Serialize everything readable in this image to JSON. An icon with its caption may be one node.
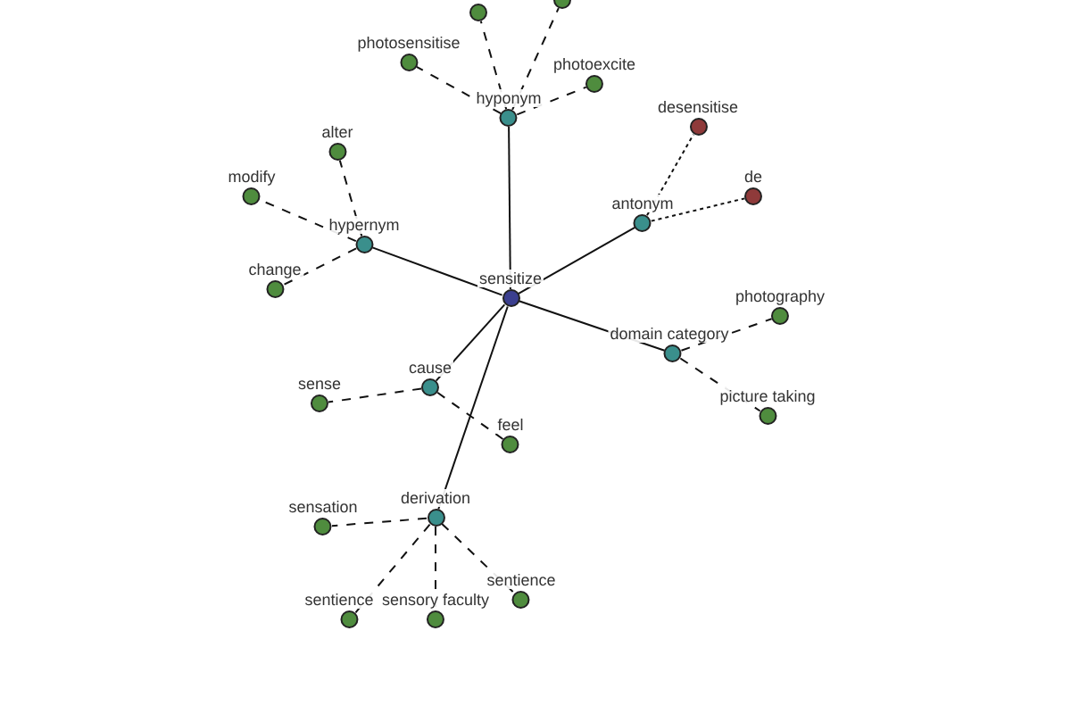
{
  "diagram": {
    "nodes": [
      {
        "text": [
          "sensitize"
        ]
      },
      {
        "text": [
          "hyponym"
        ]
      },
      {
        "text": [
          "hypernym"
        ]
      },
      {
        "text": [
          "antonym"
        ]
      },
      {
        "text": [
          "domain category"
        ]
      },
      {
        "text": [
          "cause"
        ]
      },
      {
        "text": [
          "derivation"
        ]
      },
      {
        "text": [],
        "shape": "circle"
      },
      {
        "text": [],
        "shape": "circle"
      },
      {
        "text": [
          "photosensitise"
        ]
      },
      {
        "text": [
          "photoexcite"
        ]
      },
      {
        "text": [
          "alter"
        ]
      },
      {
        "text": [
          "modify"
        ]
      },
      {
        "text": [
          "change"
        ]
      },
      {
        "text": [
          "desensitise"
        ]
      },
      {
        "text": [
          "de"
        ]
      },
      {
        "text": [
          "photography"
        ]
      },
      {
        "text": [
          "picture taking"
        ]
      },
      {
        "text": [
          "sense"
        ]
      },
      {
        "text": [
          "feel"
        ]
      },
      {
        "text": [
          "sensation"
        ]
      },
      {
        "text": [
          "sentience"
        ]
      },
      {
        "text": [
          "sensory faculty"
        ]
      },
      {
        "text": [
          "sentience"
        ]
      }
    ],
    "edges": [
      {
        "from": 0,
        "to": 1,
        "arrow": "none"
      },
      {
        "from": 0,
        "to": 2,
        "arrow": "none"
      },
      {
        "from": 0,
        "to": 3,
        "arrow": "none"
      },
      {
        "from": 0,
        "to": 4,
        "arrow": "none"
      },
      {
        "from": 0,
        "to": 5,
        "arrow": "none"
      },
      {
        "from": 0,
        "to": 6,
        "arrow": "none"
      },
      {
        "from": 1,
        "to": 7,
        "arrow": "none",
        "style": "dashed"
      },
      {
        "from": 1,
        "to": 8,
        "arrow": "none",
        "style": "dashed"
      },
      {
        "from": 1,
        "to": 9,
        "arrow": "none",
        "style": "dashed"
      },
      {
        "from": 1,
        "to": 10,
        "arrow": "none",
        "style": "dashed"
      },
      {
        "from": 2,
        "to": 11,
        "arrow": "none",
        "style": "dashed"
      },
      {
        "from": 2,
        "to": 12,
        "arrow": "none",
        "style": "dashed"
      },
      {
        "from": 2,
        "to": 13,
        "arrow": "none",
        "style": "dashed"
      },
      {
        "from": 3,
        "to": 14,
        "arrow": "none",
        "style": "dashed"
      },
      {
        "from": 3,
        "to": 15,
        "arrow": "none",
        "style": "dashed"
      },
      {
        "from": 4,
        "to": 16,
        "arrow": "none",
        "style": "dashed"
      },
      {
        "from": 4,
        "to": 17,
        "arrow": "none",
        "style": "dashed"
      },
      {
        "from": 5,
        "to": 18,
        "arrow": "none",
        "style": "dashed"
      },
      {
        "from": 5,
        "to": 19,
        "arrow": "none",
        "style": "dashed"
      },
      {
        "from": 6,
        "to": 20,
        "arrow": "none",
        "style": "dashed"
      },
      {
        "from": 6,
        "to": 21,
        "arrow": "none",
        "style": "dashed"
      },
      {
        "from": 6,
        "to": 22,
        "arrow": "none",
        "style": "dashed"
      },
      {
        "from": 6,
        "to": 23,
        "arrow": "none",
        "style": "dashed"
      }
    ]
  }
}
